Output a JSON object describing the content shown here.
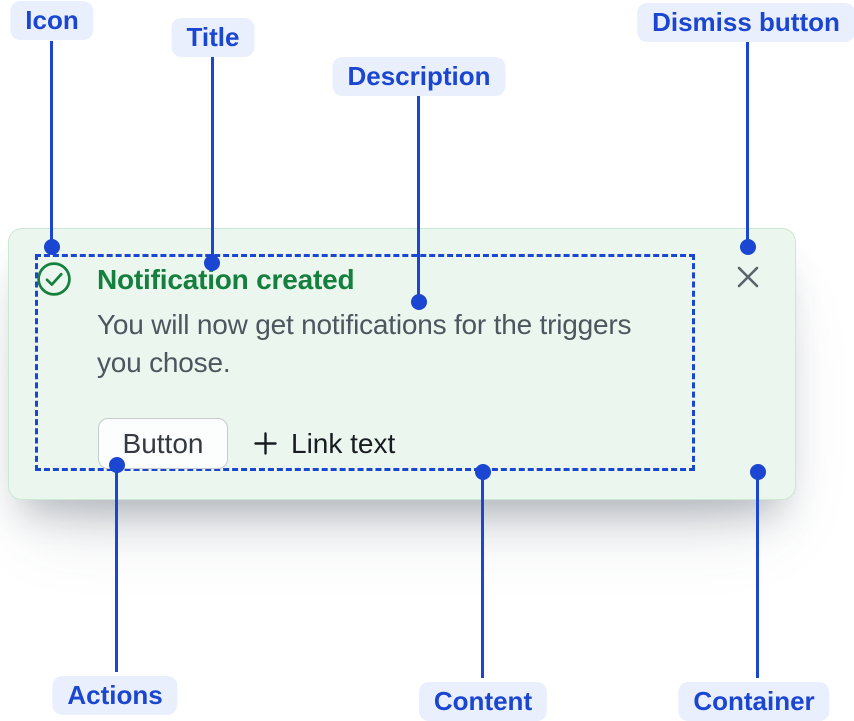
{
  "annotations": {
    "icon": "Icon",
    "title": "Title",
    "description": "Description",
    "dismiss": "Dismiss button",
    "actions": "Actions",
    "content": "Content",
    "container": "Container"
  },
  "toast": {
    "title": "Notification created",
    "description_lines": [
      "You will now get notifications for the triggers",
      "you chose."
    ],
    "actions": {
      "button_label": "Button",
      "link_label": "Link text"
    }
  },
  "icons": {
    "status": "check-circle-icon",
    "dismiss": "close-icon",
    "link_prefix": "plus-icon"
  },
  "colors": {
    "annotation_blue": "#1b46d1",
    "annotation_pill_bg": "#e9effc",
    "success_green": "#15803d",
    "card_bg": "#ebf6ee",
    "card_border": "#cae8d3",
    "description_text": "#4d565e",
    "dismiss_gray": "#5b6269"
  }
}
